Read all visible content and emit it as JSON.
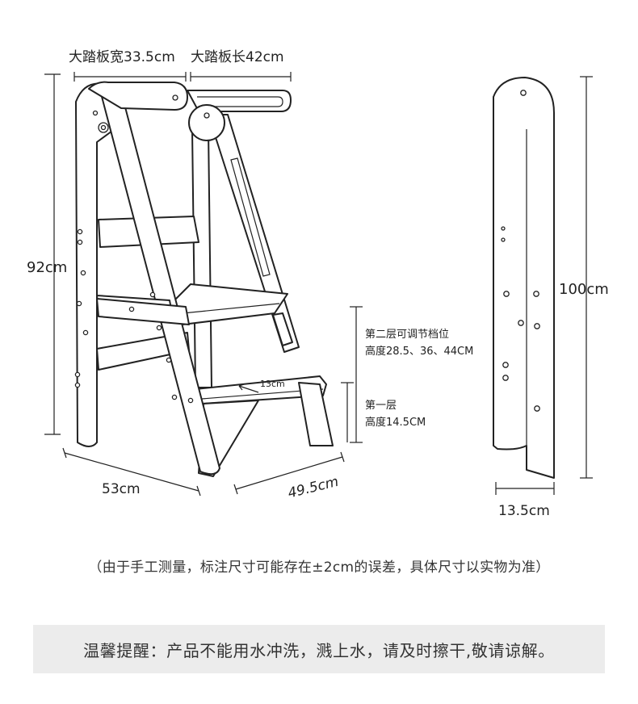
{
  "dimensions": {
    "top_width_label": "大踏板宽33.5cm",
    "top_length_label": "大踏板长42cm",
    "height_label": "92cm",
    "depth_left_label": "53cm",
    "depth_right_label": "49.5cm",
    "step_depth_label": "13cm",
    "side_height_label": "100cm",
    "side_width_label": "13.5cm"
  },
  "annotations": {
    "second_level_title": "第二层可调节档位",
    "second_level_heights": "高度28.5、36、44CM",
    "first_level_title": "第一层",
    "first_level_height": "高度14.5CM"
  },
  "disclaimer": "（由于手工测量，标注尺寸可能存在±2cm的误差，具体尺寸以实物为准）",
  "tip": "温馨提醒：产品不能用水冲洗，溅上水，请及时擦干,敬请谅解。"
}
